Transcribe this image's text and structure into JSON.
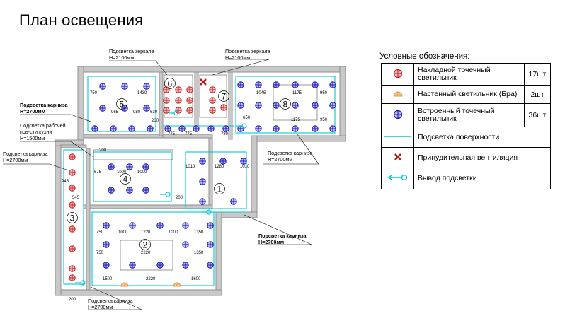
{
  "title": "План освещения",
  "colors": {
    "wall": "#8f8f8f",
    "cyan": "#00c8d2",
    "surface_light_blue": "#1414b4",
    "surface_light_red": "#c81e1e",
    "wall_light_orange": "#e39a4a",
    "ventilation": "#b41818"
  },
  "labels": {
    "mirror_left": "Подсветка зеркала",
    "mirror_left_h": "H=2100мм",
    "mirror_right": "Подсветка зеркала",
    "mirror_right_h": "H=2100мм",
    "cornice_a": "Подсветка карниза",
    "cornice_a_h": "H=2700мм",
    "work_1": "Подсветка рабочей",
    "work_2": "пов-сти кухни",
    "work_h": "H=1500мм",
    "cornice_b": "Подсветка карниза",
    "cornice_b_h": "H=2700мм",
    "cornice_c": "Подсветка карниза",
    "cornice_c_h": "H=2700мм",
    "cornice_d": "Подсветка карниза",
    "cornice_d_h": "H=2700мм",
    "cornice_e": "Подсветка карниза",
    "cornice_e_h": "H=2700мм"
  },
  "rooms": [
    "1",
    "2",
    "3",
    "4",
    "5",
    "6",
    "7",
    "8"
  ],
  "dimensions": {
    "d750a": "750",
    "d1430": "1430",
    "d965": "965",
    "d980": "980",
    "d630": "630",
    "d200a": "200",
    "d775a": "775",
    "d775b": "775",
    "d780": "780",
    "d650": "650",
    "d1045": "1045",
    "d1175a": "1175",
    "d950a": "950",
    "d1175b": "1175",
    "d950b": "950",
    "d675": "675",
    "d1000a": "1000",
    "d1000b": "1000",
    "d1010a": "1010",
    "d1280": "1280",
    "d1010b": "1010",
    "d200b": "200",
    "d750b": "750",
    "d1000c": "1000",
    "d1220": "1220",
    "d1000d": "1000",
    "d1350a": "1350",
    "d2220": "2220",
    "d750c": "750",
    "d1350b": "1350",
    "d1500": "1500",
    "d2220b": "2220",
    "d1600": "1600",
    "d945": "945",
    "d545": "545",
    "d200c": "200",
    "d200d": "200"
  },
  "legend": {
    "title": "Условные обозначения:",
    "rows": [
      {
        "symbol": "surface-spot-icon",
        "label": "Накладной точечный светильник",
        "count": "17шт"
      },
      {
        "symbol": "wall-sconce-icon",
        "label": "Настенный светильник (Бра)",
        "count": "2шт"
      },
      {
        "symbol": "recessed-spot-icon",
        "label": "Встроенный точечный светильник",
        "count": "36шт"
      },
      {
        "symbol": "surface-strip-icon",
        "label": "Подсветка поверхности",
        "count": ""
      },
      {
        "symbol": "ventilation-icon",
        "label": "Принудительная вентиляция",
        "count": ""
      },
      {
        "symbol": "light-output-icon",
        "label": "Вывод подсветки",
        "count": ""
      }
    ]
  }
}
